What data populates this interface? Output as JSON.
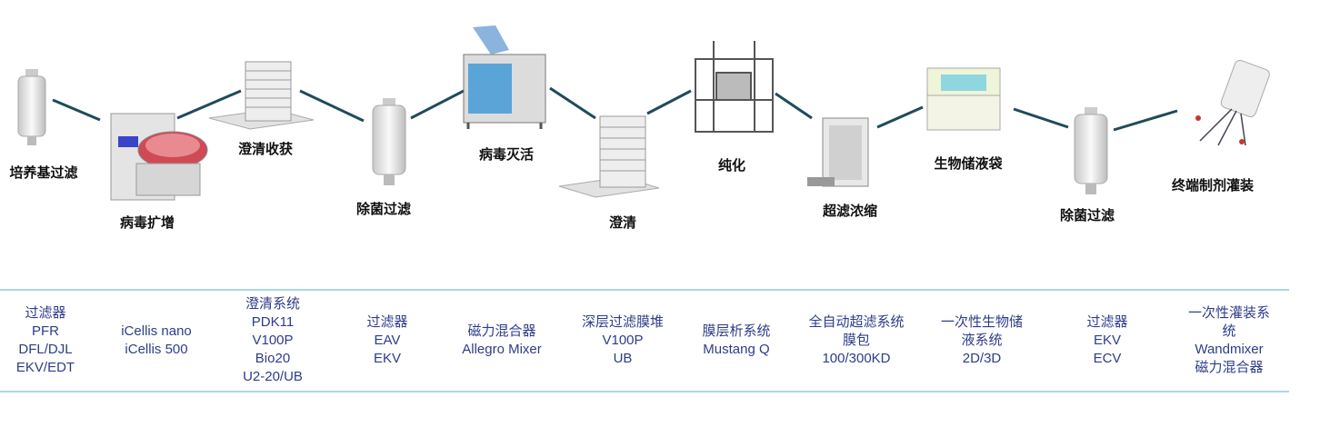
{
  "stages": [
    {
      "label": "培养基过滤",
      "icon": "filter-capsule-icon"
    },
    {
      "label": "病毒扩增",
      "icon": "bioreactor-icon"
    },
    {
      "label": "澄清收获",
      "icon": "depth-filter-stack-icon"
    },
    {
      "label": "除菌过滤",
      "icon": "filter-capsule-icon"
    },
    {
      "label": "病毒灭活",
      "icon": "mixer-tank-icon"
    },
    {
      "label": "澄清",
      "icon": "depth-filter-stack-icon"
    },
    {
      "label": "纯化",
      "icon": "chromatography-rack-icon"
    },
    {
      "label": "超滤浓缩",
      "icon": "tff-cassette-icon"
    },
    {
      "label": "生物储液袋",
      "icon": "storage-bag-container-icon"
    },
    {
      "label": "除菌过滤",
      "icon": "filter-capsule-icon"
    },
    {
      "label": "终端制剂灌装",
      "icon": "fill-bag-manifold-icon"
    }
  ],
  "products": [
    [
      "过滤器",
      "PFR",
      "DFL/DJL",
      "EKV/EDT"
    ],
    [
      "iCellis nano",
      "iCellis 500"
    ],
    [
      "澄清系统",
      "PDK11",
      "V100P",
      "Bio20",
      "U2-20/UB"
    ],
    [
      "过滤器",
      "EAV",
      "EKV"
    ],
    [
      "磁力混合器",
      "Allegro Mixer"
    ],
    [
      "深层过滤膜堆",
      "V100P",
      "UB"
    ],
    [
      "膜层析系统",
      "Mustang Q"
    ],
    [
      "全自动超滤系统",
      "膜包",
      "100/300KD"
    ],
    [
      "一次性生物储",
      "液系统",
      "2D/3D"
    ],
    [
      "过滤器",
      "EKV",
      "ECV"
    ],
    [
      "一次性灌装系",
      "统",
      "Wandmixer",
      "磁力混合器"
    ]
  ],
  "colors": {
    "connector": "#1f4b5a",
    "table_text": "#2e3c8a",
    "rule": "#a9d9e3"
  }
}
